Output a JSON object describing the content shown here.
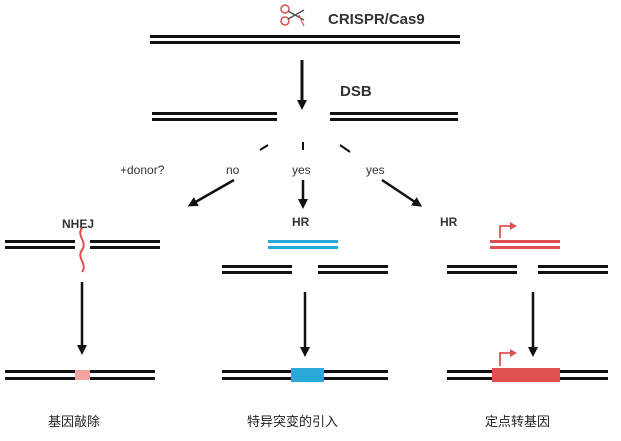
{
  "title": "CRISPR/Cas9",
  "dsb_label": "DSB",
  "question_label": "+donor?",
  "branches": {
    "left": {
      "answer": "no",
      "pathway": "NHEJ",
      "outcome": "基因敲除"
    },
    "middle": {
      "answer": "yes",
      "pathway": "HR",
      "outcome": "特异突变的引入"
    },
    "right": {
      "answer": "yes",
      "pathway": "HR",
      "outcome": "定点转基因"
    }
  },
  "icons": {
    "cutter": "scissors-icon",
    "promoter": "promoter-arrow-icon"
  },
  "colors": {
    "dna": "#111111",
    "donor_blue": "#29a9d8",
    "donor_red": "#e05050",
    "text": "#333333"
  }
}
